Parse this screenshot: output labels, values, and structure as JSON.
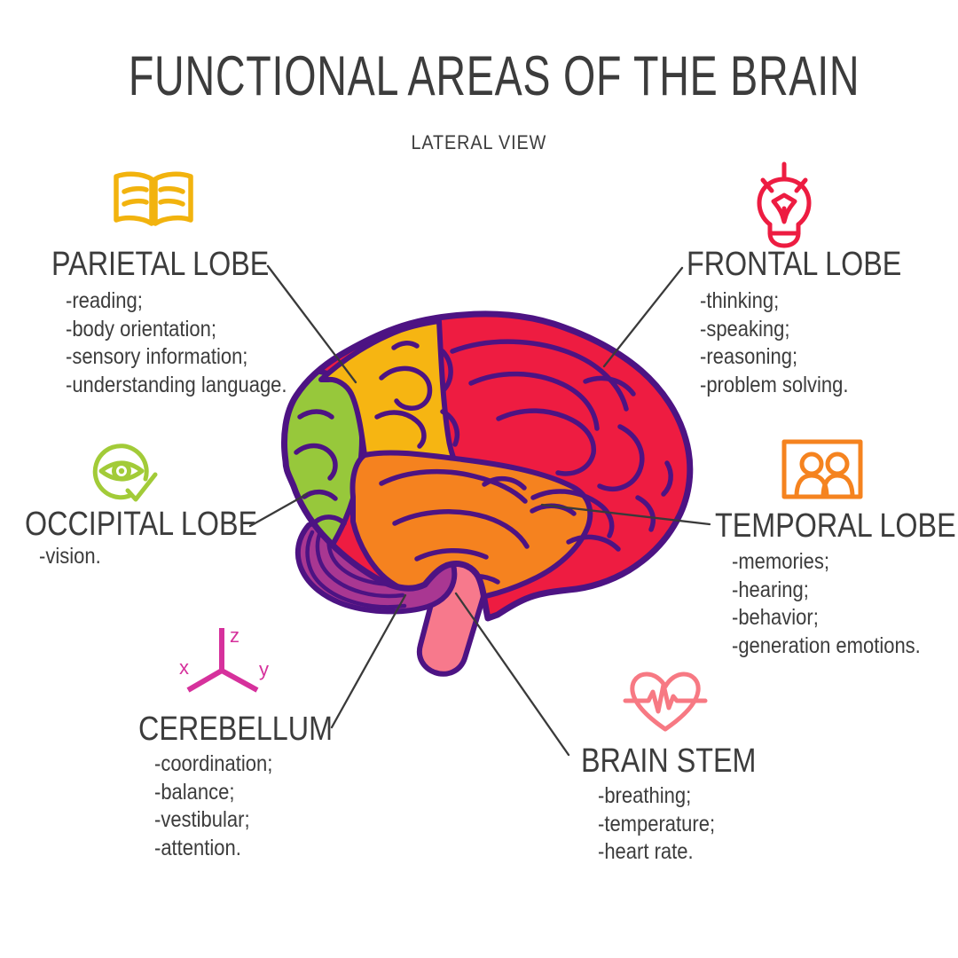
{
  "title": "FUNCTIONAL AREAS OF THE BRAIN",
  "subtitle": "LATERAL VIEW",
  "regions": [
    {
      "id": "parietal",
      "name": "PARIETAL LOBE",
      "icon": "open-book-icon",
      "functions": [
        "-reading;",
        "-body orientation;",
        "-sensory information;",
        "-understanding language."
      ]
    },
    {
      "id": "frontal",
      "name": "FRONTAL LOBE",
      "icon": "lightbulb-icon",
      "functions": [
        "-thinking;",
        "-speaking;",
        "-reasoning;",
        "-problem solving."
      ]
    },
    {
      "id": "occipital",
      "name": "OCCIPITAL LOBE",
      "icon": "eye-check-icon",
      "functions": [
        "-vision."
      ]
    },
    {
      "id": "temporal",
      "name": "TEMPORAL LOBE",
      "icon": "two-people-icon",
      "functions": [
        "-memories;",
        "-hearing;",
        "-behavior;",
        "-generation emotions."
      ]
    },
    {
      "id": "cerebellum",
      "name": "CEREBELLUM",
      "icon": "xyz-axes-icon",
      "functions": [
        "-coordination;",
        "-balance;",
        "-vestibular;",
        "-attention."
      ]
    },
    {
      "id": "brainstem",
      "name": "BRAIN STEM",
      "icon": "heartbeat-icon",
      "functions": [
        "-breathing;",
        "-temperature;",
        "-heart rate."
      ]
    }
  ],
  "axes_icon_labels": {
    "x": "x",
    "y": "y",
    "z": "z"
  },
  "colors": {
    "text": "#3c3c3c",
    "leader": "#3a3a3a",
    "outline": "#4d1383",
    "frontal": "#ee1c41",
    "parietal": "#f6b512",
    "occipital": "#97c83b",
    "temporal": "#f5821f",
    "cerebellum": "#a93792",
    "brainstem": "#f7798c",
    "icon-book": "#f2b30e",
    "icon-bulb": "#ed1c41",
    "icon-eye": "#a2cb38",
    "icon-people": "#f5831f",
    "icon-axes": "#d6319c",
    "icon-heart": "#f77983"
  }
}
